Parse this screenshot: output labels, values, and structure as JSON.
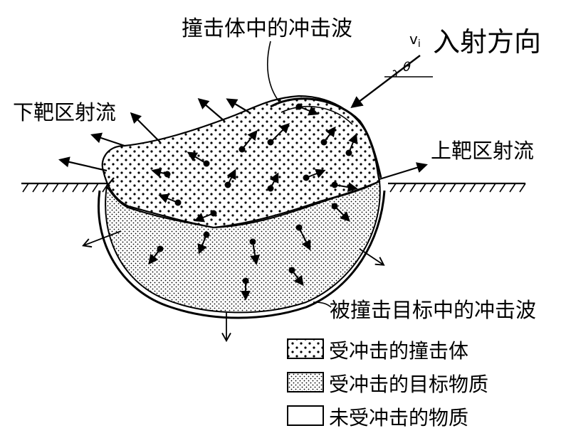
{
  "labels": {
    "projectile_shock": "撞击体中的冲击波",
    "velocity": "v",
    "velocity_sub": "i",
    "angle": "θ",
    "incidence_direction": "入射方向",
    "downrange_jet": "下靶区射流",
    "uprange_jet": "上靶区射流",
    "target_shock": "被撞击目标中的冲击波"
  },
  "legend": {
    "items": [
      {
        "pattern": "projectile",
        "label": "受冲击的撞击体"
      },
      {
        "pattern": "target",
        "label": "受冲击的目标物质"
      },
      {
        "pattern": "empty",
        "label": "未受冲击的物质"
      }
    ]
  },
  "colors": {
    "ink": "#000000",
    "paper": "#ffffff"
  }
}
